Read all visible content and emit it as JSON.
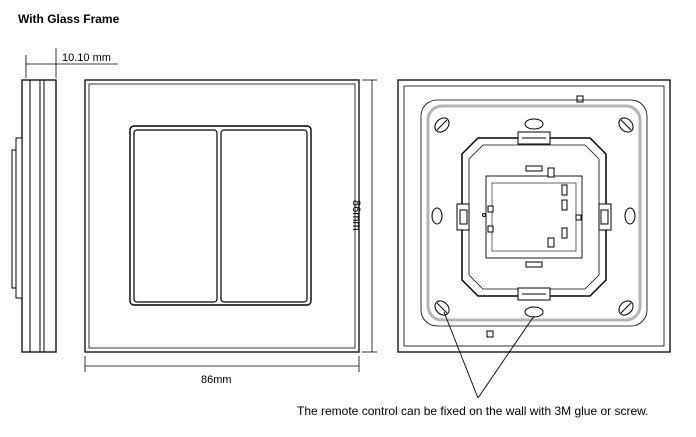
{
  "heading": "With Glass Frame",
  "dimensions": {
    "depth": "10.10 mm",
    "width": "86mm",
    "height": "86mm"
  },
  "caption": "The remote control can be fixed on the wall with 3M glue or screw."
}
